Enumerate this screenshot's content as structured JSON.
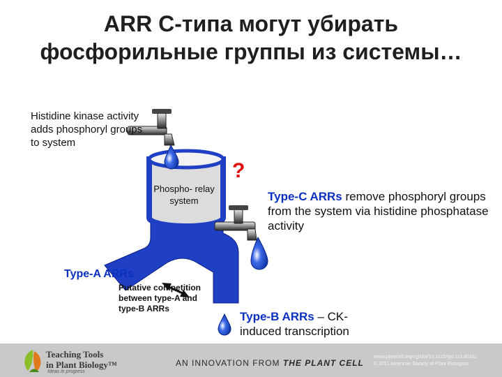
{
  "title": {
    "line1": "ARR C-типа могут убирать",
    "line2": "фосфорильные группы из системы…"
  },
  "labels": {
    "histidine_kinase": "Histidine kinase activity adds phosphoryl groups to system",
    "relay_system": "Phospho- relay system",
    "question": "?",
    "type_c_name": "Type-C ARRs",
    "type_c_text": " remove phosphoryl groups from the system via histidine phosphatase activity",
    "type_a": "Type-A ARRs",
    "putative": "Putative competition between type-A and type-B ARRs",
    "type_b_name": "Type-B ARRs",
    "type_b_text": " – CK-induced transcription"
  },
  "footer": {
    "logo_line1": "Teaching Tools",
    "logo_line2": "in Plant Biology™",
    "logo_line3": "Ideas in progress",
    "innovation_prefix": "AN INNOVATION FROM ",
    "innovation_brand": "THE PLANT CELL",
    "credit_line1": "www.plantcell.org/cgi/doi/10.1105/tpc.111.tt0111",
    "credit_line2": "© 2011 American Society of Plant Biologists"
  },
  "colors": {
    "accent_blue": "#0b30c0",
    "question_red": "#e01010",
    "tank_blue": "#1f3fc4",
    "footer_gray": "#c9c9c9"
  },
  "icons": [
    "faucet-icon",
    "water-drop-icon",
    "double-arrow-icon",
    "leaf-logo-icon"
  ]
}
